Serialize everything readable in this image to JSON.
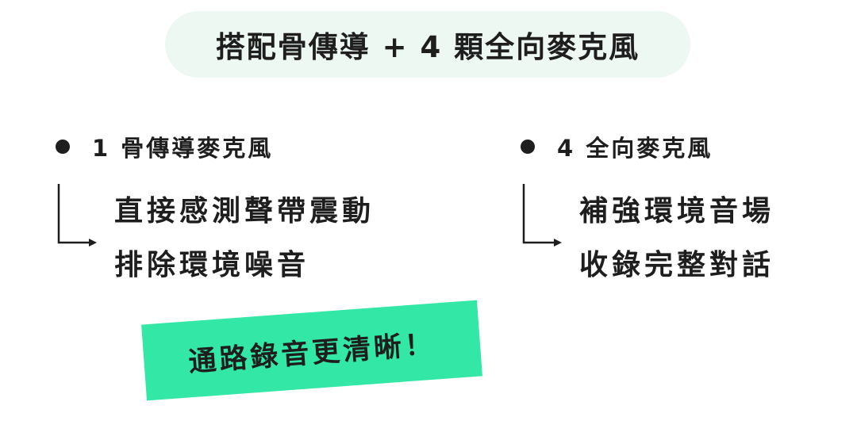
{
  "header": {
    "title": "搭配骨傳導 + 4 顆全向麥克風"
  },
  "left": {
    "bullet": "1 骨傳導麥克風",
    "lines": [
      "直接感測聲帶震動",
      "排除環境噪音"
    ],
    "connector_icon": "elbow-arrow-icon"
  },
  "right": {
    "bullet": "4 全向麥克風",
    "lines": [
      "補強環境音場",
      "收錄完整對話"
    ],
    "connector_icon": "elbow-arrow-icon"
  },
  "highlight": {
    "text": "通路錄音更清晰！"
  },
  "colors": {
    "pill_bg": "#eef8f3",
    "highlight_bg": "#33e8a7",
    "text": "#1e1e1e",
    "background": "#ffffff"
  }
}
